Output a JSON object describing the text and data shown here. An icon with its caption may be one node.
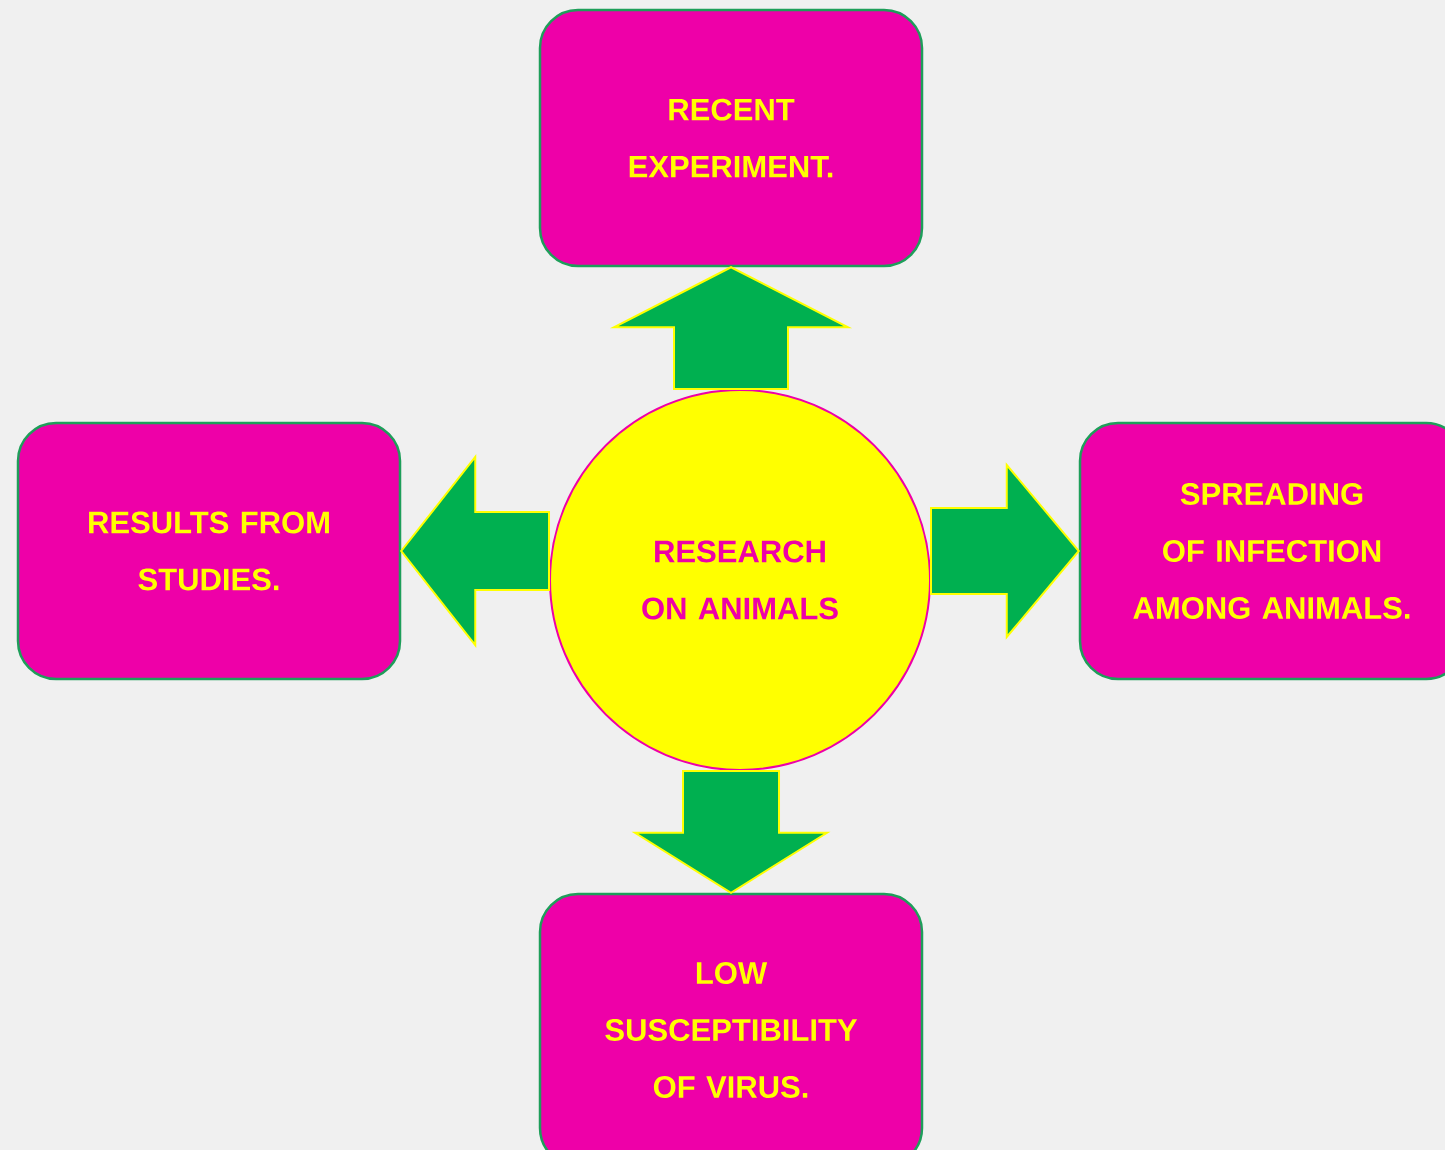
{
  "diagram": {
    "nodes": [
      {
        "text": [
          "RESEARCH ON ANIMALS"
        ]
      },
      {
        "text": [
          "RECENT EXPERIMENT."
        ]
      },
      {
        "text": [
          "RESULTS FROM STUDIES."
        ]
      },
      {
        "text": [
          "SPREADING OF INFECTION AMONG ANIMALS."
        ]
      },
      {
        "text": [
          "LOW SUSCEPTIBILITY OF VIRUS."
        ]
      }
    ],
    "edges": [
      {
        "from": 0,
        "to": 1,
        "arrow": "to"
      },
      {
        "from": 0,
        "to": 2,
        "arrow": "to"
      },
      {
        "from": 0,
        "to": 3,
        "arrow": "to"
      },
      {
        "from": 0,
        "to": 4,
        "arrow": "to"
      }
    ]
  }
}
